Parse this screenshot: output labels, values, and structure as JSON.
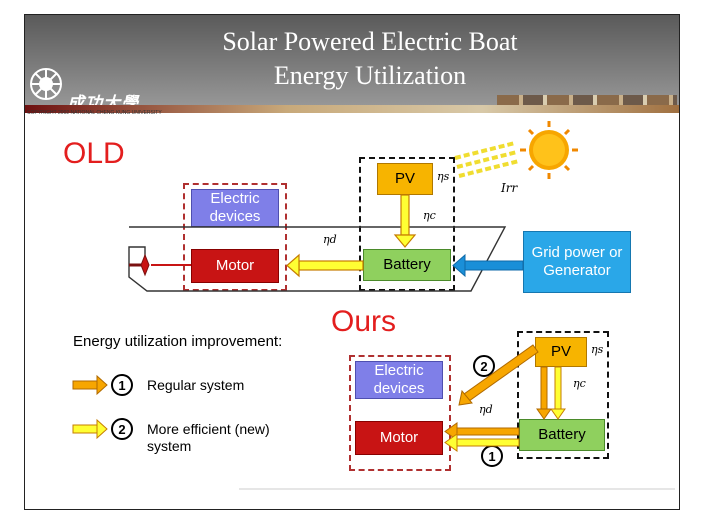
{
  "header": {
    "title_line1": "Solar Powered Electric Boat",
    "title_line2": "Energy Utilization",
    "university_logo_text": "成功大學",
    "copyright": "COPYRIGHT 2002 NATIONAL CHENG KUNG UNIVERSITY"
  },
  "old": {
    "label": "OLD",
    "electric_devices": "Electric devices",
    "motor": "Motor",
    "battery": "Battery",
    "pv": "PV",
    "grid": "Grid power or Generator",
    "eta_s": "ηs",
    "eta_c": "ηc",
    "eta_d": "ηd",
    "irr": "Irr"
  },
  "ours": {
    "label": "Ours",
    "electric_devices": "Electric devices",
    "motor": "Motor",
    "battery": "Battery",
    "pv": "PV",
    "eta_s": "ηs",
    "eta_c": "ηc",
    "eta_d": "ηd",
    "marker_1": "1",
    "marker_2": "2"
  },
  "legend": {
    "heading": "Energy utilization improvement:",
    "item1_number": "1",
    "item1_text": "Regular system",
    "item2_number": "2",
    "item2_text": "More efficient (new) system"
  },
  "colors": {
    "title_red": "#e31e1e",
    "arrow_orange": "#f7a600",
    "arrow_yellow": "#ffff33",
    "arrow_blue": "#1a8fd8",
    "motor_red": "#c81414",
    "device_blue": "#7f7fe8",
    "battery_green": "#8fd05e",
    "pv_orange": "#f7b400"
  }
}
